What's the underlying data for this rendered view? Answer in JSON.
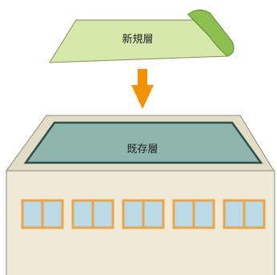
{
  "diagram": {
    "top_sheet": {
      "label": "新規層",
      "fill": "#d7e8ab",
      "curl_fill": "#8cc051"
    },
    "arrow": {
      "direction": "down",
      "color": "#f39200"
    },
    "existing_layer": {
      "label": "既存層",
      "fill": "#8fb5ad",
      "rim_fill": "#e3dcc6"
    },
    "building": {
      "wall_fill": "#efe9d6",
      "window_count": 5,
      "window_fill": "#bcd9e6",
      "window_frame": "#e8a54b"
    }
  }
}
